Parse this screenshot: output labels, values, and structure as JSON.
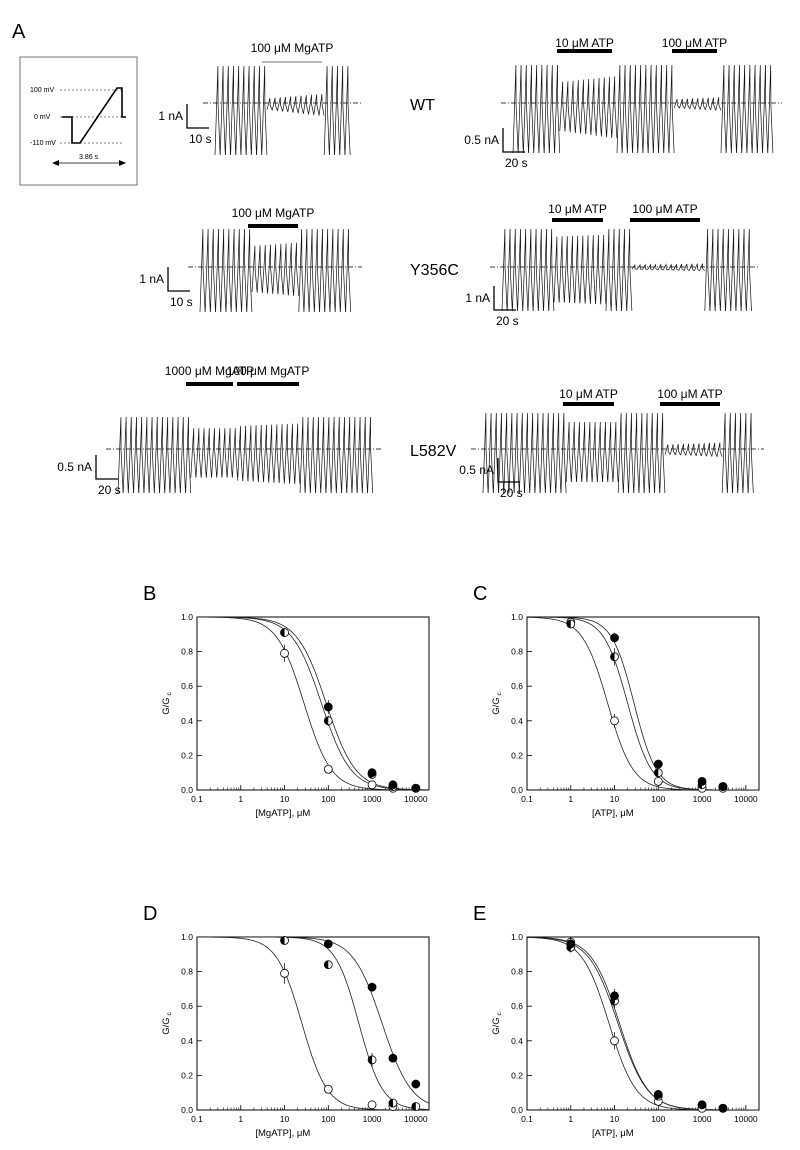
{
  "panel_a": {
    "letter": "A",
    "protocol": {
      "v_high": "100 mV",
      "v_zero": "0 mV",
      "v_low": "-110 mV",
      "duration": "3.86 s"
    },
    "genotypes": [
      "WT",
      "Y356C",
      "L582V"
    ],
    "recordings": [
      {
        "genotype": "WT",
        "bars": [
          {
            "label": "100 μM MgATP",
            "thin": true
          }
        ],
        "scale_current": "1 nA",
        "scale_time": "10 s"
      },
      {
        "genotype": "WT",
        "bars": [
          {
            "label": "10 μM ATP"
          },
          {
            "label": "100 μM ATP"
          }
        ],
        "scale_current": "0.5 nA",
        "scale_time": "20 s"
      },
      {
        "genotype": "Y356C",
        "bars": [
          {
            "label": "100 μM MgATP"
          }
        ],
        "scale_current": "1 nA",
        "scale_time": "10 s"
      },
      {
        "genotype": "Y356C",
        "bars": [
          {
            "label": "10 μM ATP"
          },
          {
            "label": "100 μM ATP"
          }
        ],
        "scale_current": "1 nA",
        "scale_time": "20 s"
      },
      {
        "genotype": "L582V",
        "bars": [
          {
            "label": "1000 μM MgATP"
          },
          {
            "label": "100 μM MgATP"
          }
        ],
        "scale_current": "0.5 nA",
        "scale_time": "20 s"
      },
      {
        "genotype": "L582V",
        "bars": [
          {
            "label": "10 μM ATP"
          },
          {
            "label": "100 μM ATP"
          }
        ],
        "scale_current": "0.5 nA",
        "scale_time": "20 s"
      }
    ]
  },
  "chart_data": [
    {
      "panel": "B",
      "type": "scatter",
      "xlabel": "[MgATP], μM",
      "ylabel": "G/G",
      "ylabel_sub": "c",
      "x_scale": "log",
      "xlim": [
        0.1,
        20000
      ],
      "ylim": [
        0,
        1.0
      ],
      "xticks": [
        "0.1",
        "1",
        "10",
        "100",
        "1000",
        "10000"
      ],
      "yticks": [
        "0.0",
        "0.2",
        "0.4",
        "0.6",
        "0.8",
        "1.0"
      ],
      "series": [
        {
          "marker": "open",
          "x": [
            10,
            100,
            1000,
            3000,
            10000
          ],
          "y": [
            0.79,
            0.12,
            0.03,
            0.01,
            0.01
          ],
          "err": [
            0.05,
            0.01,
            0.01,
            0.005,
            0.005
          ],
          "ic50": 28,
          "hill": 1.4
        },
        {
          "marker": "half",
          "x": [
            10,
            100,
            1000,
            3000,
            10000
          ],
          "y": [
            0.91,
            0.4,
            0.09,
            0.02,
            0.01
          ],
          "err": [
            0.02,
            0.03,
            0.01,
            0.005,
            0.005
          ],
          "ic50": 70,
          "hill": 1.3
        },
        {
          "marker": "filled",
          "x": [
            100,
            1000,
            3000,
            10000
          ],
          "y": [
            0.48,
            0.1,
            0.03,
            0.01
          ],
          "err": [
            0.04,
            0.01,
            0.005,
            0.005
          ],
          "ic50": 90,
          "hill": 1.3
        }
      ]
    },
    {
      "panel": "C",
      "type": "scatter",
      "xlabel": "[ATP], μM",
      "ylabel": "G/G",
      "ylabel_sub": "c",
      "x_scale": "log",
      "xlim": [
        0.1,
        20000
      ],
      "ylim": [
        0,
        1.0
      ],
      "xticks": [
        "0.1",
        "1",
        "10",
        "100",
        "1000",
        "10000"
      ],
      "yticks": [
        "0.0",
        "0.2",
        "0.4",
        "0.6",
        "0.8",
        "1.0"
      ],
      "series": [
        {
          "marker": "open",
          "x": [
            1,
            10,
            100,
            1000,
            3000
          ],
          "y": [
            0.97,
            0.4,
            0.05,
            0.01,
            0.01
          ],
          "err": [
            0.02,
            0.04,
            0.01,
            0.005,
            0.005
          ],
          "ic50": 7,
          "hill": 1.5
        },
        {
          "marker": "half",
          "x": [
            1,
            10,
            100,
            1000,
            3000
          ],
          "y": [
            0.96,
            0.77,
            0.1,
            0.03,
            0.02
          ],
          "err": [
            0.02,
            0.05,
            0.02,
            0.005,
            0.005
          ],
          "ic50": 20,
          "hill": 1.6
        },
        {
          "marker": "filled",
          "x": [
            10,
            100,
            1000,
            3000
          ],
          "y": [
            0.88,
            0.15,
            0.05,
            0.02
          ],
          "err": [
            0.03,
            0.02,
            0.005,
            0.005
          ],
          "ic50": 28,
          "hill": 1.7
        }
      ]
    },
    {
      "panel": "D",
      "type": "scatter",
      "xlabel": "[MgATP], μM",
      "ylabel": "G/G",
      "ylabel_sub": "c",
      "x_scale": "log",
      "xlim": [
        0.1,
        20000
      ],
      "ylim": [
        0,
        1.0
      ],
      "xticks": [
        "0.1",
        "1",
        "10",
        "100",
        "1000",
        "10000"
      ],
      "yticks": [
        "0.0",
        "0.2",
        "0.4",
        "0.6",
        "0.8",
        "1.0"
      ],
      "series": [
        {
          "marker": "open",
          "x": [
            10,
            100,
            1000,
            3000
          ],
          "y": [
            0.79,
            0.12,
            0.03,
            0.02
          ],
          "err": [
            0.06,
            0.01,
            0.005,
            0.005
          ],
          "ic50": 25,
          "hill": 1.5
        },
        {
          "marker": "half",
          "x": [
            10,
            100,
            1000,
            3000,
            10000
          ],
          "y": [
            0.98,
            0.84,
            0.29,
            0.04,
            0.02
          ],
          "err": [
            0.01,
            0.02,
            0.04,
            0.01,
            0.005
          ],
          "ic50": 500,
          "hill": 1.6
        },
        {
          "marker": "filled",
          "x": [
            100,
            1000,
            3000,
            10000
          ],
          "y": [
            0.96,
            0.71,
            0.3,
            0.15
          ],
          "err": [
            0.01,
            0.02,
            0.01,
            0.01
          ],
          "ic50": 1700,
          "hill": 1.3
        }
      ]
    },
    {
      "panel": "E",
      "type": "scatter",
      "xlabel": "[ATP], μM",
      "ylabel": "G/G",
      "ylabel_sub": "c",
      "x_scale": "log",
      "xlim": [
        0.1,
        20000
      ],
      "ylim": [
        0,
        1.0
      ],
      "xticks": [
        "0.1",
        "1",
        "10",
        "100",
        "1000",
        "10000"
      ],
      "yticks": [
        "0.0",
        "0.2",
        "0.4",
        "0.6",
        "0.8",
        "1.0"
      ],
      "series": [
        {
          "marker": "open",
          "x": [
            1,
            10,
            100,
            1000,
            3000
          ],
          "y": [
            0.97,
            0.4,
            0.05,
            0.01,
            0.01
          ],
          "err": [
            0.03,
            0.05,
            0.01,
            0.005,
            0.005
          ],
          "ic50": 7.5,
          "hill": 1.4
        },
        {
          "marker": "half",
          "x": [
            1,
            10,
            100,
            1000,
            3000
          ],
          "y": [
            0.94,
            0.63,
            0.08,
            0.03,
            0.01
          ],
          "err": [
            0.03,
            0.04,
            0.01,
            0.005,
            0.005
          ],
          "ic50": 12,
          "hill": 1.3
        },
        {
          "marker": "filled",
          "x": [
            1,
            10,
            100,
            1000,
            3000
          ],
          "y": [
            0.96,
            0.66,
            0.09,
            0.03,
            0.01
          ],
          "err": [
            0.03,
            0.04,
            0.01,
            0.005,
            0.005
          ],
          "ic50": 13,
          "hill": 1.35
        }
      ]
    }
  ]
}
